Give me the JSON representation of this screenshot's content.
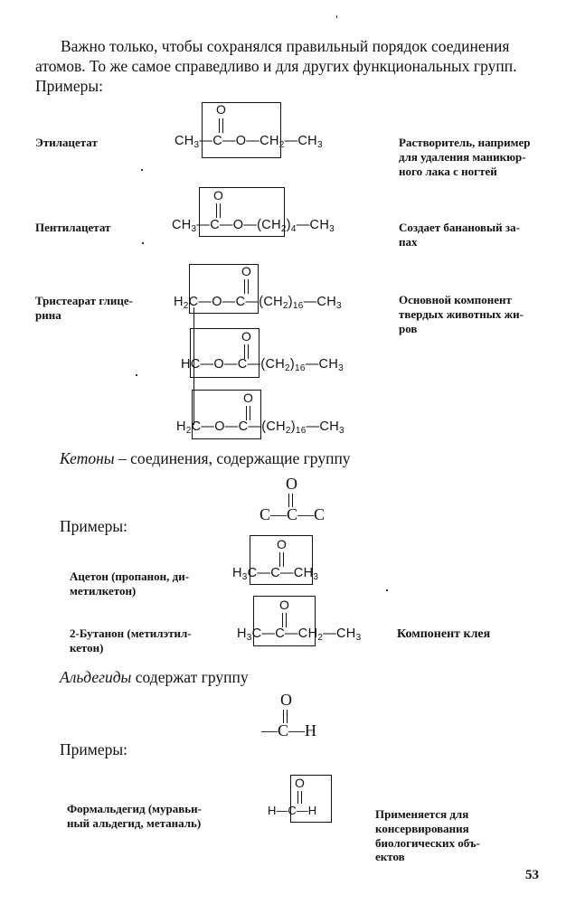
{
  "intro": {
    "line1": "Важно только, чтобы сохранялся правильный порядок соединения",
    "line2": "атомов. То же самое справедливо и для других функциональных групп.",
    "line3": "Примеры:"
  },
  "esters": [
    {
      "name": "Этилацетат",
      "formula": {
        "left": "CH",
        "left_sub": "3",
        "mid": "—C—O—C",
        "right": "H",
        "right_sub": "2",
        "tail": "—CH",
        "tail_sub": "3",
        "carbonyl": "O"
      },
      "note": [
        "Растворитель, например",
        "для удаления маникюр-",
        "ного лака с ногтей"
      ]
    },
    {
      "name": "Пентилацетат",
      "formula": {
        "left": "CH",
        "left_sub": "3",
        "mid": "—C—O—(C",
        "right": "H",
        "right_sub": "2",
        "paren": ")",
        "paren_sub": "4",
        "tail": "—CH",
        "tail_sub": "3",
        "carbonyl": "O"
      },
      "note": [
        "Создает банановый за-",
        "пах"
      ]
    },
    {
      "name": [
        "Тристеарат глице-",
        "рина"
      ],
      "rows": [
        {
          "left": "H",
          "left_sub": "2",
          "core": "C—O—C",
          "chain": "—(CH",
          "chain_sub": "2",
          "chain_n": "16",
          "tail": "—CH",
          "tail_sub": "3",
          "carbonyl": "O"
        },
        {
          "left": "H",
          "left_sub": "",
          "core": "C—O—C",
          "chain": "—(CH",
          "chain_sub": "2",
          "chain_n": "16",
          "tail": "—CH",
          "tail_sub": "3",
          "carbonyl": "O"
        },
        {
          "left": "H",
          "left_sub": "2",
          "core": "C—O—C",
          "chain": "—(CH",
          "chain_sub": "2",
          "chain_n": "16",
          "tail": "—CH",
          "tail_sub": "3",
          "carbonyl": "O"
        }
      ],
      "note": [
        "Основной компонент",
        "твердых животных жи-",
        "ров"
      ]
    }
  ],
  "ketones": {
    "heading_italic": "Кетоны",
    "heading_rest": " – соединения, содержащие группу",
    "group": {
      "carbonyl": "O",
      "chain": "C—C—C"
    },
    "examples_label": "Примеры:",
    "items": [
      {
        "name": [
          "Ацетон (пропанон, ди-",
          "метилкетон)"
        ],
        "formula": {
          "left": "H",
          "left_sub": "3",
          "core": "C—C—C",
          "right": "H",
          "right_sub": "3",
          "carbonyl": "O"
        },
        "note": []
      },
      {
        "name": [
          "2-Бутанон (метилэтил-",
          "кетон)"
        ],
        "formula": {
          "left": "H",
          "left_sub": "3",
          "core": "C—C—C",
          "right": "H",
          "right_sub": "2",
          "tail": "—CH",
          "tail_sub": "3",
          "carbonyl": "O"
        },
        "note": [
          "Компонент  клея"
        ]
      }
    ]
  },
  "aldehydes": {
    "heading_italic": "Альдегиды",
    "heading_rest": " содержат группу",
    "group": {
      "carbonyl": "O",
      "chain": "—C—H"
    },
    "examples_label": "Примеры:",
    "items": [
      {
        "name": [
          "Формальдегид (муравьи-",
          "ный альдегид, метаналь)"
        ],
        "formula": {
          "left": "H—",
          "core": "C—H",
          "carbonyl": "O"
        },
        "note": [
          "Применяется для",
          "консервирования",
          "биологических  объ-",
          "ектов"
        ]
      }
    ]
  },
  "page_number": "53"
}
